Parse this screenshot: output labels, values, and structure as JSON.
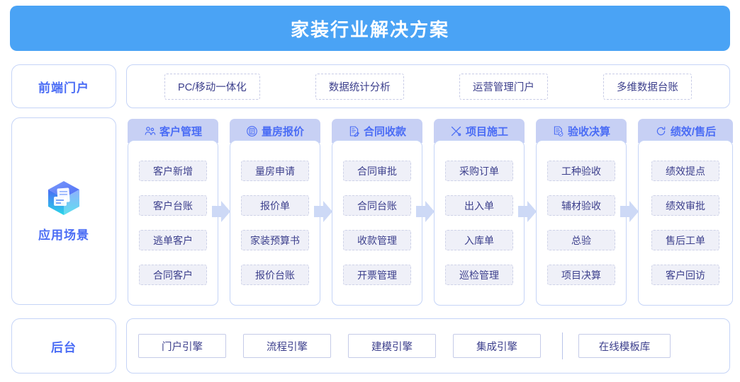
{
  "banner": {
    "title": "家装行业解决方案",
    "color": "#4aa3f5"
  },
  "sidebar": {
    "frontend_label": "前端门户",
    "scenario_label": "应用场景",
    "scenario_icon": "cube-icon",
    "backend_label": "后台",
    "accent_color": "#4a6cf5"
  },
  "portal": {
    "items": [
      {
        "label": "PC/移动一体化"
      },
      {
        "label": "数据统计分析"
      },
      {
        "label": "运营管理门户"
      },
      {
        "label": "多维数据台账"
      }
    ]
  },
  "scenarios": {
    "header_bg": "#c7d0f4",
    "columns": [
      {
        "title": "客户管理",
        "icon": "people-icon",
        "items": [
          "客户新增",
          "客户台账",
          "逃单客户",
          "合同客户"
        ]
      },
      {
        "title": "量房报价",
        "icon": "measure-doc-icon",
        "items": [
          "量房申请",
          "报价单",
          "家装预算书",
          "报价台账"
        ]
      },
      {
        "title": "合同收款",
        "icon": "contract-sign-icon",
        "items": [
          "合同审批",
          "合同台账",
          "收款管理",
          "开票管理"
        ]
      },
      {
        "title": "项目施工",
        "icon": "tools-icon",
        "items": [
          "采购订单",
          "出入单",
          "入库单",
          "巡检管理"
        ]
      },
      {
        "title": "验收决算",
        "icon": "doc-check-icon",
        "items": [
          "工种验收",
          "辅材验收",
          "总验",
          "项目决算"
        ]
      },
      {
        "title": "绩效/售后",
        "icon": "refresh-circle-icon",
        "items": [
          "绩效提点",
          "绩效审批",
          "售后工单",
          "客户回访"
        ]
      }
    ],
    "arrow_icon": "arrow-right-icon",
    "arrow_color": "#cdd9f6"
  },
  "backend": {
    "engines": [
      {
        "label": "门户引擎"
      },
      {
        "label": "流程引擎"
      },
      {
        "label": "建模引擎"
      },
      {
        "label": "集成引擎"
      }
    ],
    "template_library": {
      "label": "在线模板库"
    }
  }
}
